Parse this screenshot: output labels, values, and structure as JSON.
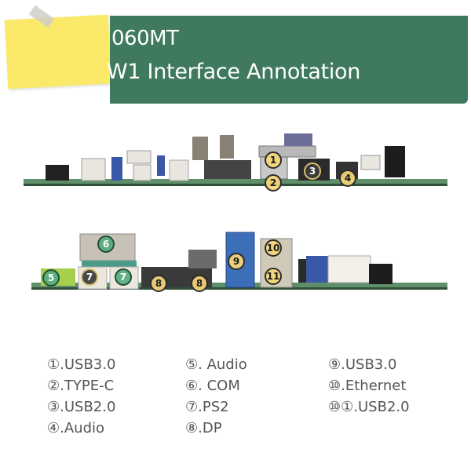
{
  "header": {
    "title_line1": "060MT",
    "title_line2": "W1  Interface Annotation"
  },
  "callouts": {
    "top": [
      "1",
      "2",
      "3",
      "4"
    ],
    "bottom": [
      "6",
      "5",
      "7",
      "7",
      "8",
      "8",
      "9",
      "10",
      "11"
    ]
  },
  "legend": {
    "column1": [
      "①.USB3.0",
      "②.TYPE-C",
      "③.USB2.0",
      "④.Audio"
    ],
    "column2": [
      "⑤. Audio",
      "⑥. COM",
      "⑦.PS2",
      "⑧.DP"
    ],
    "column3": [
      "⑨.USB3.0",
      "⑩.Ethernet",
      "⑩①.USB2.0"
    ]
  },
  "colors": {
    "banner": "#3f7a5e",
    "sticky_note": "#fbe96a",
    "legend_text": "#555555",
    "pcb": "#5f8f6a"
  }
}
